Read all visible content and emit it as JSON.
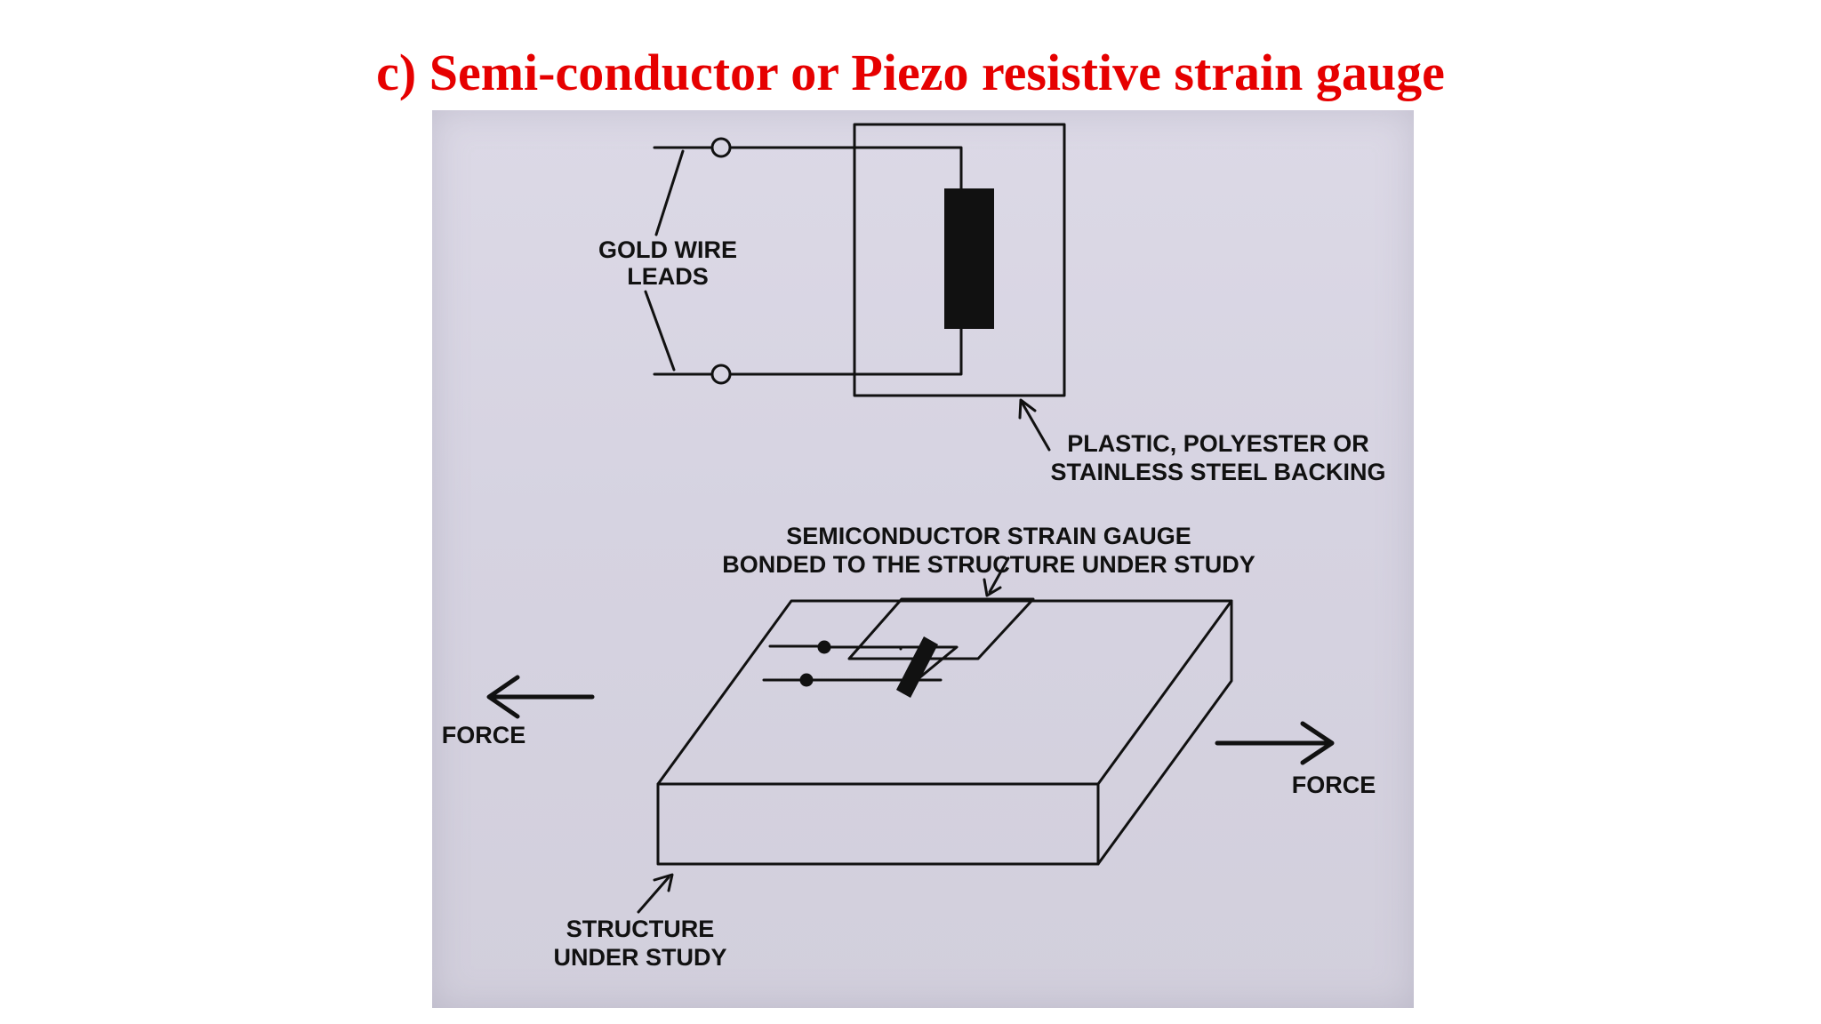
{
  "colors": {
    "title": "#e60000",
    "panel": "#d8d5e2",
    "ink": "#111111"
  },
  "slide": {
    "title": "c) Semi-conductor or Piezo resistive strain gauge"
  },
  "figure": {
    "labels": {
      "gold_wire_leads": [
        "GOLD WIRE",
        "LEADS"
      ],
      "backing": [
        "PLASTIC, POLYESTER OR",
        "STAINLESS STEEL BACKING"
      ],
      "semiconductor_gauge": [
        "SEMICONDUCTOR STRAIN GAUGE",
        "BONDED TO THE STRUCTURE UNDER STUDY"
      ],
      "force_left": "FORCE",
      "force_right": "FORCE",
      "structure": [
        "STRUCTURE",
        "UNDER STUDY"
      ]
    }
  }
}
